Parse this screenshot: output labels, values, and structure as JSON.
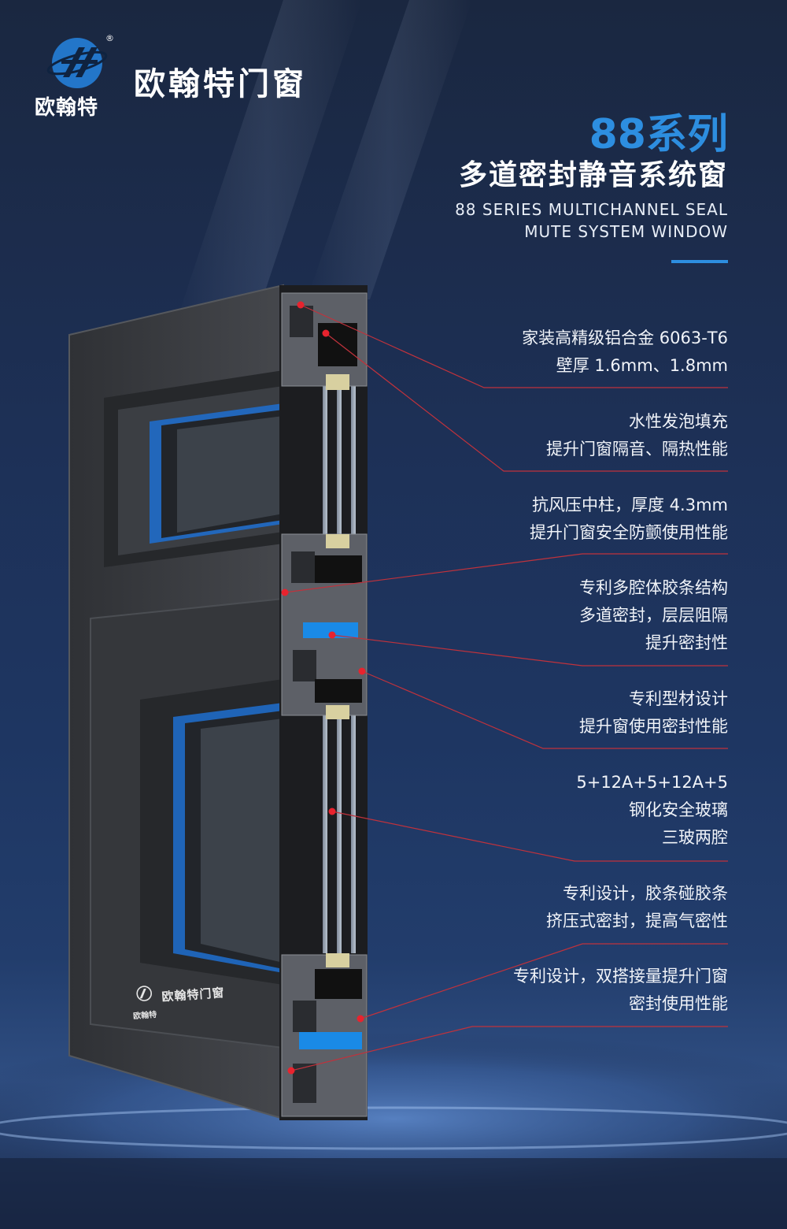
{
  "brand": {
    "logo_text": "欧翰特",
    "name": "欧翰特门窗",
    "registered_mark": "®",
    "logo_icon": "oht-logo-icon"
  },
  "headline": {
    "series": "88系列",
    "subtitle": "多道密封静音系统窗",
    "en_line1": "88 SERIES MULTICHANNEL SEAL",
    "en_line2": "MUTE SYSTEM WINDOW"
  },
  "features": [
    {
      "lines": [
        "家装高精级铝合金 6063-T6",
        "壁厚 1.6mm、1.8mm"
      ]
    },
    {
      "lines": [
        "水性发泡填充",
        "提升门窗隔音、隔热性能"
      ]
    },
    {
      "lines": [
        "抗风压中柱，厚度 4.3mm",
        "提升门窗安全防颤使用性能"
      ]
    },
    {
      "lines": [
        "专利多腔体胶条结构",
        "多道密封，层层阻隔",
        "提升密封性"
      ]
    },
    {
      "lines": [
        "专利型材设计",
        "提升窗使用密封性能"
      ]
    },
    {
      "lines": [
        "5+12A+5+12A+5",
        "钢化安全玻璃",
        "三玻两腔"
      ]
    },
    {
      "lines": [
        "专利设计，胶条碰胶条",
        "挤压式密封，提高气密性"
      ]
    },
    {
      "lines": [
        "专利设计，双搭接量提升门窗",
        "密封使用性能"
      ]
    }
  ],
  "profile_badge": {
    "mini": "欧翰特",
    "big": "欧翰特门窗"
  },
  "colors": {
    "accent": "#2d8ee0",
    "callout_line": "#c0323c",
    "callout_dot": "#e8232e",
    "frame": "#3a3c40"
  }
}
